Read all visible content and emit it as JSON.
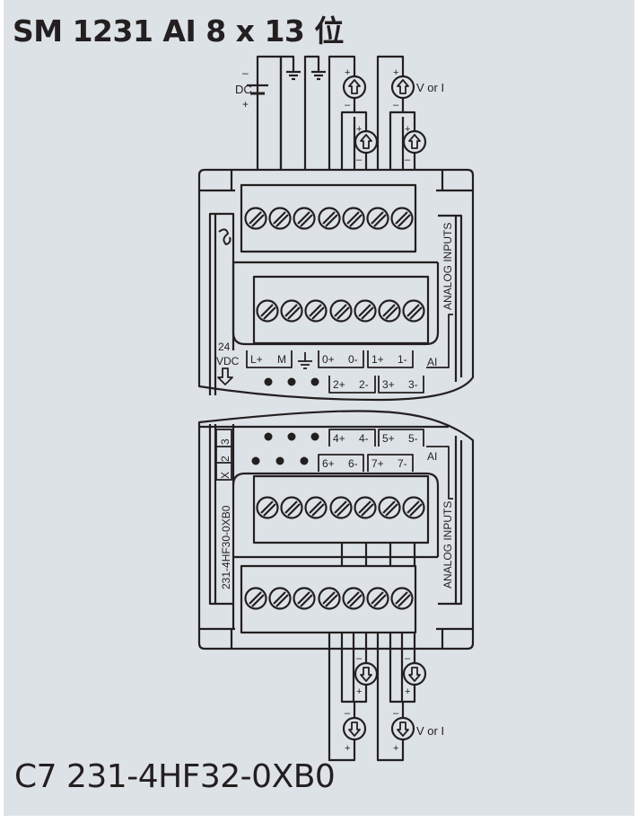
{
  "header": {
    "title": "SM 1231 AI 8 x 13 位"
  },
  "footer": {
    "order_code": "C7 231-4HF32-0XB0"
  },
  "diagram": {
    "supply_label": "DC",
    "supply_minus": "–",
    "supply_plus": "+",
    "source_label_top": "V or I",
    "source_label_bottom": "V or I",
    "side_label_top": "ANALOG INPUTS",
    "side_label_bottom": "ANALOG INPUTS",
    "part_number_vertical": "231-4HF30-0XB0",
    "version_boxes": [
      "X",
      "2",
      "3"
    ],
    "power_label_line1": "24",
    "power_label_line2": "VDC",
    "ai_label_top": "AI",
    "ai_label_bottom": "AI",
    "top_terminal_row1": [
      {
        "group": [
          "L+",
          "M"
        ]
      },
      {
        "group": [
          "⏚"
        ]
      },
      {
        "group": [
          "0+",
          "0-"
        ]
      },
      {
        "group": [
          "1+",
          "1-"
        ]
      }
    ],
    "top_terminal_row2": [
      {
        "group": [
          "2+",
          "2-"
        ]
      },
      {
        "group": [
          "3+",
          "3-"
        ]
      }
    ],
    "bottom_terminal_row1": [
      {
        "group": [
          "4+",
          "4-"
        ]
      },
      {
        "group": [
          "5+",
          "5-"
        ]
      }
    ],
    "bottom_terminal_row2": [
      {
        "group": [
          "6+",
          "6-"
        ]
      },
      {
        "group": [
          "7+",
          "7-"
        ]
      }
    ],
    "labels": {
      "l_plus": "L+",
      "m": "M",
      "ch0p": "0+",
      "ch0m": "0-",
      "ch1p": "1+",
      "ch1m": "1-",
      "ch2p": "2+",
      "ch2m": "2-",
      "ch3p": "3+",
      "ch3m": "3-",
      "ch4p": "4+",
      "ch4m": "4-",
      "ch5p": "5+",
      "ch5m": "5-",
      "ch6p": "6+",
      "ch6m": "6-",
      "ch7p": "7+",
      "ch7m": "7-",
      "plus": "+",
      "minus": "–"
    },
    "screws_per_block": 7,
    "colors": {
      "background": "#dde2e7",
      "line": "#231f20"
    }
  }
}
